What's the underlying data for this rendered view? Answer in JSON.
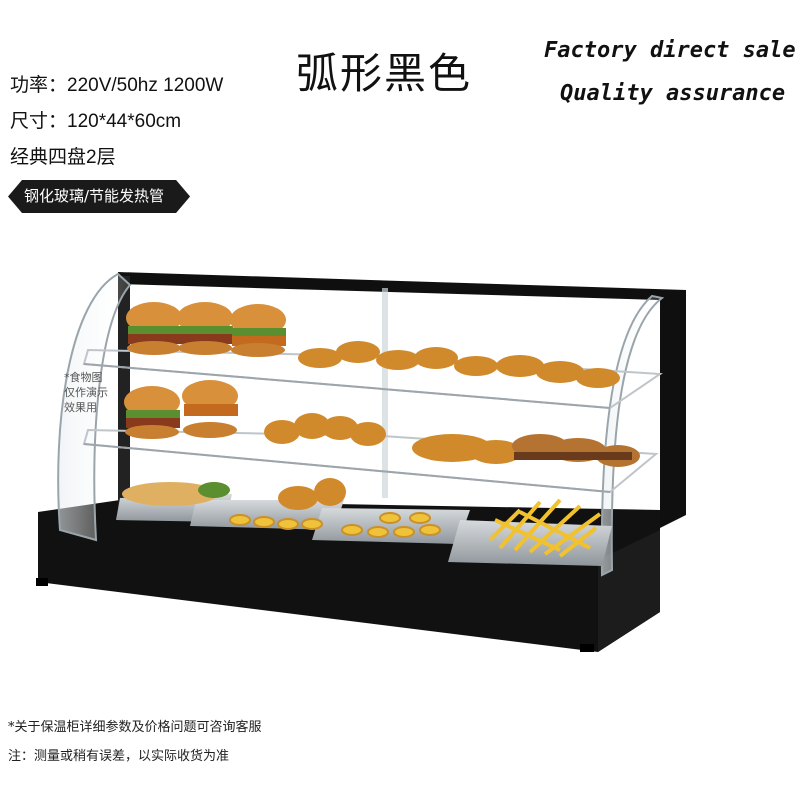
{
  "specs": {
    "power": "功率：220V/50hz 1200W",
    "size": "尺寸：120*44*60cm",
    "layout": "经典四盘2层"
  },
  "title": "弧形黑色",
  "slogans": {
    "line1": "Factory direct sale",
    "line2": "Quality assurance"
  },
  "badge": "钢化玻璃/节能发热管",
  "demo_note": [
    "*食物图",
    "仅作演示",
    "效果用"
  ],
  "footnotes": {
    "line1": "*关于保温柜详细参数及价格问题可咨询客服",
    "line2": "注：测量或稍有误差，以实际收货为准"
  },
  "colors": {
    "cabinet": "#111111",
    "glass": "#c8d4da",
    "tray": "#b9bec2",
    "bun": "#d9903a",
    "fries": "#f2c12e",
    "chicken": "#d08a2b"
  }
}
